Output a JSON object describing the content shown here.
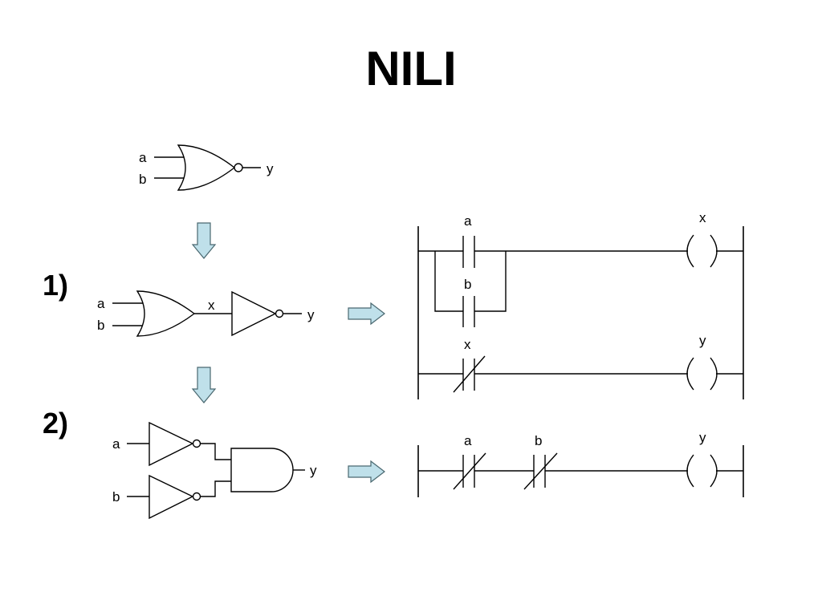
{
  "title": "NILI",
  "steps": {
    "one": "1)",
    "two": "2)"
  },
  "nor_gate": {
    "input_a": "a",
    "input_b": "b",
    "output": "y"
  },
  "or_not": {
    "input_a": "a",
    "input_b": "b",
    "mid": "x",
    "output": "y"
  },
  "not_and": {
    "input_a": "a",
    "input_b": "b",
    "output": "y"
  },
  "ladder1": {
    "contact_a": "a",
    "contact_b": "b",
    "coil_x": "x",
    "contact_x": "x",
    "coil_y": "y"
  },
  "ladder2": {
    "contact_a": "a",
    "contact_b": "b",
    "coil_y": "y"
  },
  "colors": {
    "arrow_fill": "#bfe0ea",
    "arrow_stroke": "#4a6870"
  }
}
